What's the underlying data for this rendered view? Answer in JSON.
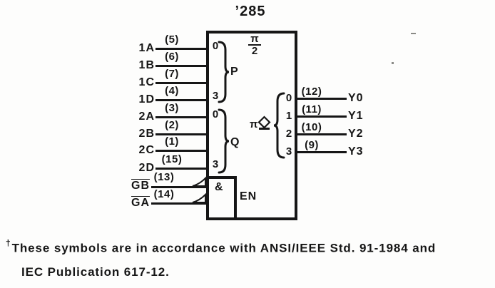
{
  "colors": {
    "ink": "#161616",
    "paper": "#fdfdfc"
  },
  "title": "’285",
  "symbol": {
    "top_qualifier": {
      "numerator": "π",
      "denominator": "2"
    },
    "p_group": {
      "label": "P",
      "inputs": [
        {
          "name": "1A",
          "pin": "(5)",
          "weight": "0"
        },
        {
          "name": "1B",
          "pin": "(6)"
        },
        {
          "name": "1C",
          "pin": "(7)"
        },
        {
          "name": "1D",
          "pin": "(4)",
          "weight": "3"
        }
      ]
    },
    "q_group": {
      "label": "Q",
      "inputs": [
        {
          "name": "2A",
          "pin": "(3)",
          "weight": "0"
        },
        {
          "name": "2B",
          "pin": "(2)"
        },
        {
          "name": "2C",
          "pin": "(1)"
        },
        {
          "name": "2D",
          "pin": "(15)",
          "weight": "3"
        }
      ]
    },
    "enable_group": {
      "and_qualifier": "&",
      "en_label": "EN",
      "inputs": [
        {
          "name": "GB",
          "pin": "(13)"
        },
        {
          "name": "GA",
          "pin": "(14)"
        }
      ]
    },
    "output_group": {
      "qualifier": "π",
      "outputs": [
        {
          "weight": "0",
          "pin": "(12)",
          "name": "Y0"
        },
        {
          "weight": "1",
          "pin": "(11)",
          "name": "Y1"
        },
        {
          "weight": "2",
          "pin": "(10)",
          "name": "Y2"
        },
        {
          "weight": "3",
          "pin": "(9)",
          "name": "Y3"
        }
      ]
    }
  },
  "footnote": {
    "marker": "†",
    "line1": "These symbols are in accordance with ANSI/IEEE Std. 91-1984 and",
    "line2": "IEC Publication 617-12."
  }
}
